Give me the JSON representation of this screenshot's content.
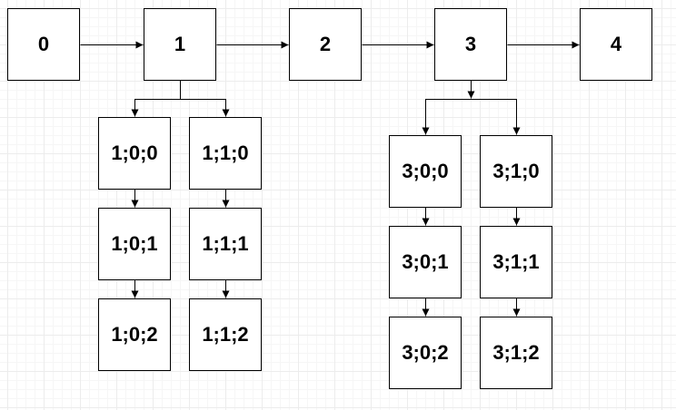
{
  "diagram": {
    "main_nodes": [
      "0",
      "1",
      "2",
      "3",
      "4"
    ],
    "branches_node_1": {
      "branch_0": [
        "1;0;0",
        "1;0;1",
        "1;0;2"
      ],
      "branch_1": [
        "1;1;0",
        "1;1;1",
        "1;1;2"
      ]
    },
    "branches_node_3": {
      "branch_0": [
        "3;0;0",
        "3;0;1",
        "3;0;2"
      ],
      "branch_1": [
        "3;1;0",
        "3;1;1",
        "3;1;2"
      ]
    },
    "colors": {
      "line": "#000000",
      "node_fill": "#ffffff",
      "grid": "#ececec"
    }
  }
}
